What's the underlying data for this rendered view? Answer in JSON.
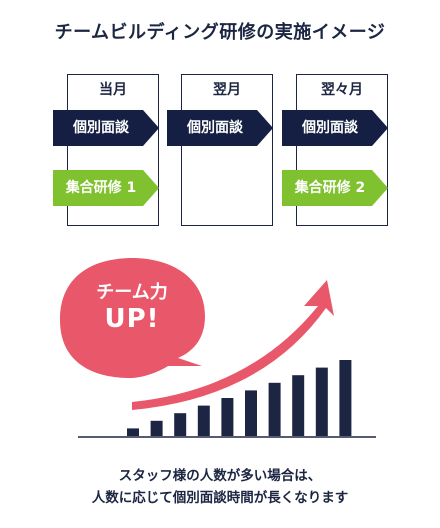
{
  "title": "チームビルディング研修の実施イメージ",
  "columns": [
    {
      "header": "当月"
    },
    {
      "header": "翌月"
    },
    {
      "header": "翌々月"
    }
  ],
  "interview_label": "個別面談",
  "training_labels": [
    "集合研修 1",
    "集合研修 2"
  ],
  "bubble": {
    "line1": "チーム力",
    "line2": "UP!"
  },
  "colors": {
    "navy": "#141f43",
    "green": "#7fc12f",
    "red": "#e9576a",
    "bars": "#1c2642"
  },
  "chart_data": {
    "type": "bar",
    "values": [
      1,
      2,
      3,
      4,
      5,
      6,
      7,
      8,
      9,
      10
    ]
  },
  "caption": {
    "line1": "スタッフ様の人数が多い場合は、",
    "line2": "人数に応じて個別面談時間が長くなります"
  }
}
